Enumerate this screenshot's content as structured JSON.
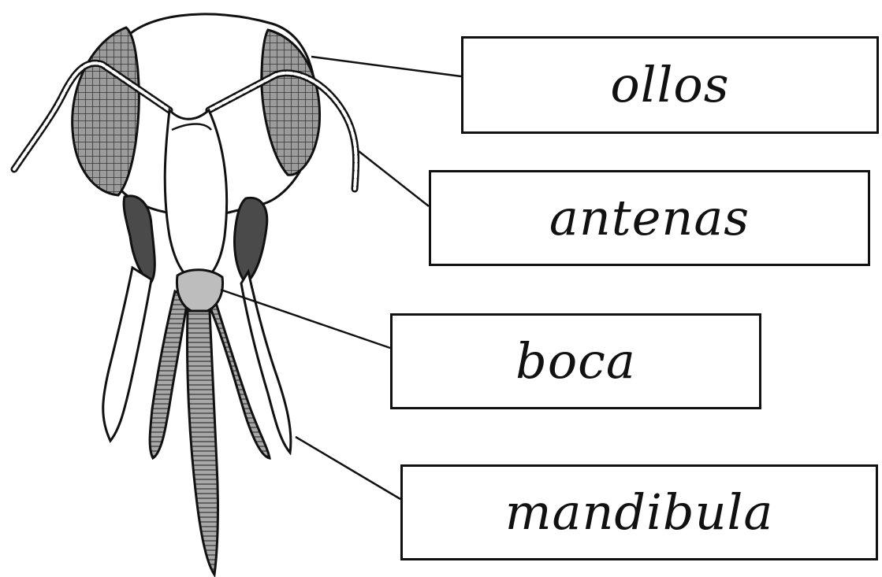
{
  "labels": {
    "ollos": "ollos",
    "antenas": "antenas",
    "boca": "boca",
    "mandibula": "mandibula"
  },
  "colors": {
    "ink": "#111111",
    "eye_fill": "#8a8a8a",
    "mouthpart_fill": "#9a9a9a",
    "dark_fill": "#4a4a4a"
  }
}
